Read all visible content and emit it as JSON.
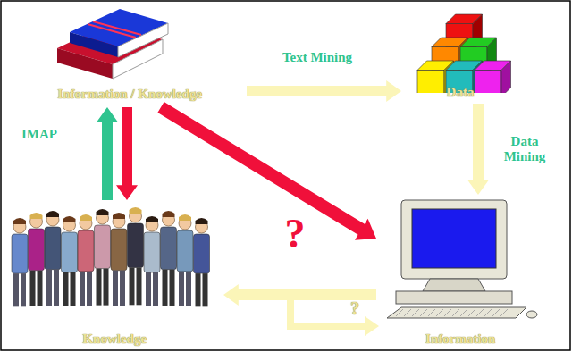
{
  "diagram": {
    "nodes": [
      {
        "text": [
          "Information / Knowledge"
        ]
      },
      {
        "text": [
          "Data"
        ]
      },
      {
        "text": [
          "Knowledge"
        ]
      },
      {
        "text": [
          "Information"
        ]
      }
    ],
    "edges": [
      {
        "from": 0,
        "to": 1,
        "arrow": "to",
        "label": "Text Mining"
      },
      {
        "from": 1,
        "to": 3,
        "arrow": "to",
        "label": "Data Mining"
      },
      {
        "from": 2,
        "to": 0,
        "arrow": "to",
        "label": "IMAP"
      },
      {
        "from": 0,
        "to": 2,
        "arrow": "to"
      },
      {
        "from": 0,
        "to": 3,
        "arrow": "to",
        "label": "?"
      },
      {
        "from": 3,
        "to": 2,
        "arrow": "to"
      }
    ],
    "labels": [
      "?"
    ]
  }
}
